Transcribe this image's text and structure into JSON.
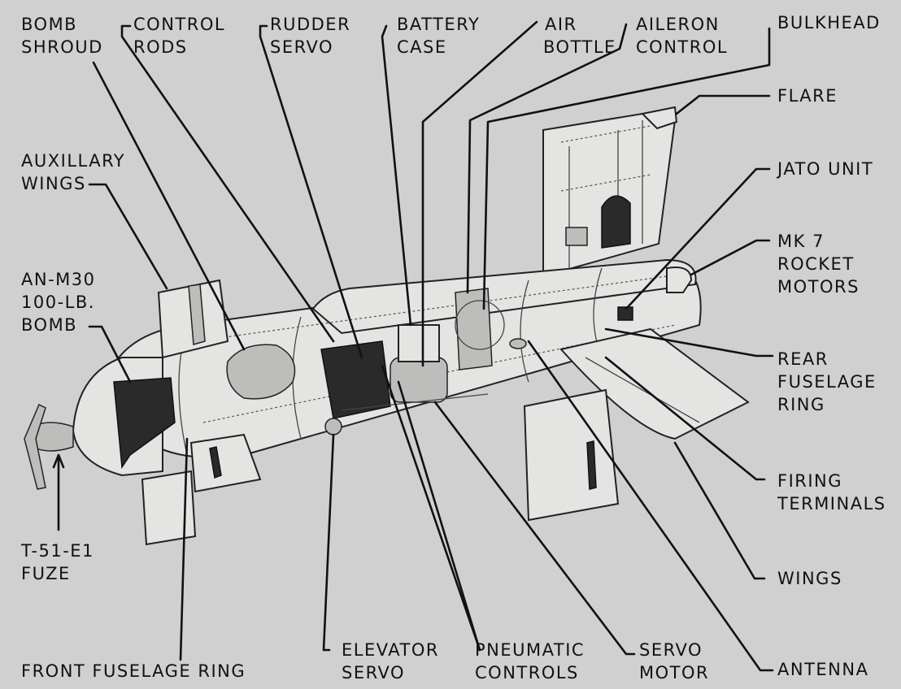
{
  "labels": {
    "bomb_shroud": [
      "BOMB",
      "SHROUD"
    ],
    "control_rods": [
      "CONTROL",
      "RODS"
    ],
    "rudder_servo": [
      "RUDDER",
      "SERVO"
    ],
    "battery_case": [
      "BATTERY",
      "CASE"
    ],
    "air_bottle": [
      "AIR",
      "BOTTLE"
    ],
    "aileron_control": [
      "AILERON",
      "CONTROL"
    ],
    "bulkhead": [
      "BULKHEAD"
    ],
    "flare": [
      "FLARE"
    ],
    "jato_unit": [
      "JATO UNIT"
    ],
    "mk7_rocket_motors": [
      "MK 7",
      "ROCKET",
      "MOTORS"
    ],
    "auxiliary_wings": [
      "AUXILLARY",
      "WINGS"
    ],
    "an_m30_bomb": [
      "AN-M30",
      "100-LB.",
      "BOMB"
    ],
    "rear_fuselage_ring": [
      "REAR",
      "FUSELAGE",
      "RING"
    ],
    "firing_terminals": [
      "FIRING",
      "TERMINALS"
    ],
    "wings": [
      "WINGS"
    ],
    "antenna": [
      "ANTENNA"
    ],
    "servo_motor": [
      "SERVO",
      "MOTOR"
    ],
    "pneumatic_controls": [
      "PNEUMATIC",
      "CONTROLS"
    ],
    "elevator_servo": [
      "ELEVATOR",
      "SERVO"
    ],
    "front_fuselage_ring": [
      "FRONT FUSELAGE RING"
    ],
    "fuze": [
      "T-51-E1",
      "FUZE"
    ]
  }
}
